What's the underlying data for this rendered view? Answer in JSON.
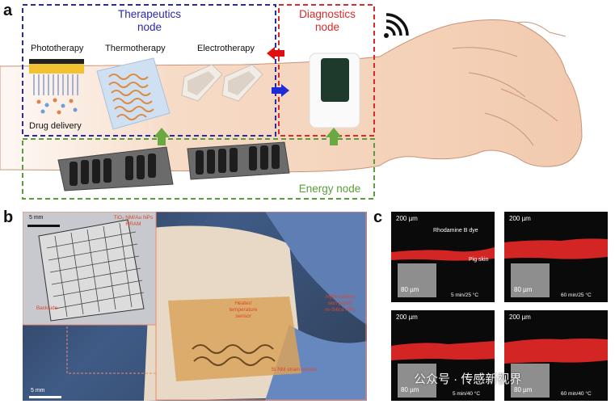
{
  "figure": {
    "panel_a": {
      "letter": "a",
      "therapeutics_title_1": "Therapeutics",
      "therapeutics_title_2": "node",
      "diagnostics_title_1": "Diagnostics",
      "diagnostics_title_2": "node",
      "energy_title": "Energy node",
      "labels": {
        "phototherapy": "Phototherapy",
        "thermotherapy": "Thermotherapy",
        "electrotherapy": "Electrotherapy",
        "drug_delivery": "Drug delivery"
      },
      "colors": {
        "therapeutics": "#2a2aa8",
        "diagnostics": "#d92b2b",
        "energy": "#5a9e3a",
        "arrow_red": "#e01010",
        "arrow_blue": "#1f2bd6",
        "arrow_green": "#6aa842"
      }
    },
    "panel_b": {
      "letter": "b",
      "scale_top": "5 mm",
      "scale_bottom": "5 mm",
      "note_tio2_1": "TiO₂ NM/Au NPs",
      "note_tio2_2": "RRAM",
      "note_backside": "Backside",
      "note_heater_1": "Heater/",
      "note_heater_2": "temperature",
      "note_heater_3": "sensor",
      "note_hydro_1": "Hydrocolloid",
      "note_hydro_2": "skin patch/",
      "note_hydro_3": "m-Silica NPs",
      "note_si": "Si NM strain sensor"
    },
    "panel_c": {
      "letter": "c",
      "panels": [
        {
          "scale_top": "200 µm",
          "scale_inset": "80 µm",
          "condition": "5 min/25 °C",
          "extra_label": "Rhodamine B dye"
        },
        {
          "scale_top": "200 µm",
          "scale_inset": "80 µm",
          "condition": "60 min/25 °C",
          "extra_label": "Pig skin"
        },
        {
          "scale_top": "200 µm",
          "scale_inset": "80 µm",
          "condition": "5 min/40 °C",
          "extra_label": ""
        },
        {
          "scale_top": "200 µm",
          "scale_inset": "80 µm",
          "condition": "60 min/40 °C",
          "extra_label": ""
        }
      ]
    },
    "watermark": "公众号 · 传感新视界"
  }
}
